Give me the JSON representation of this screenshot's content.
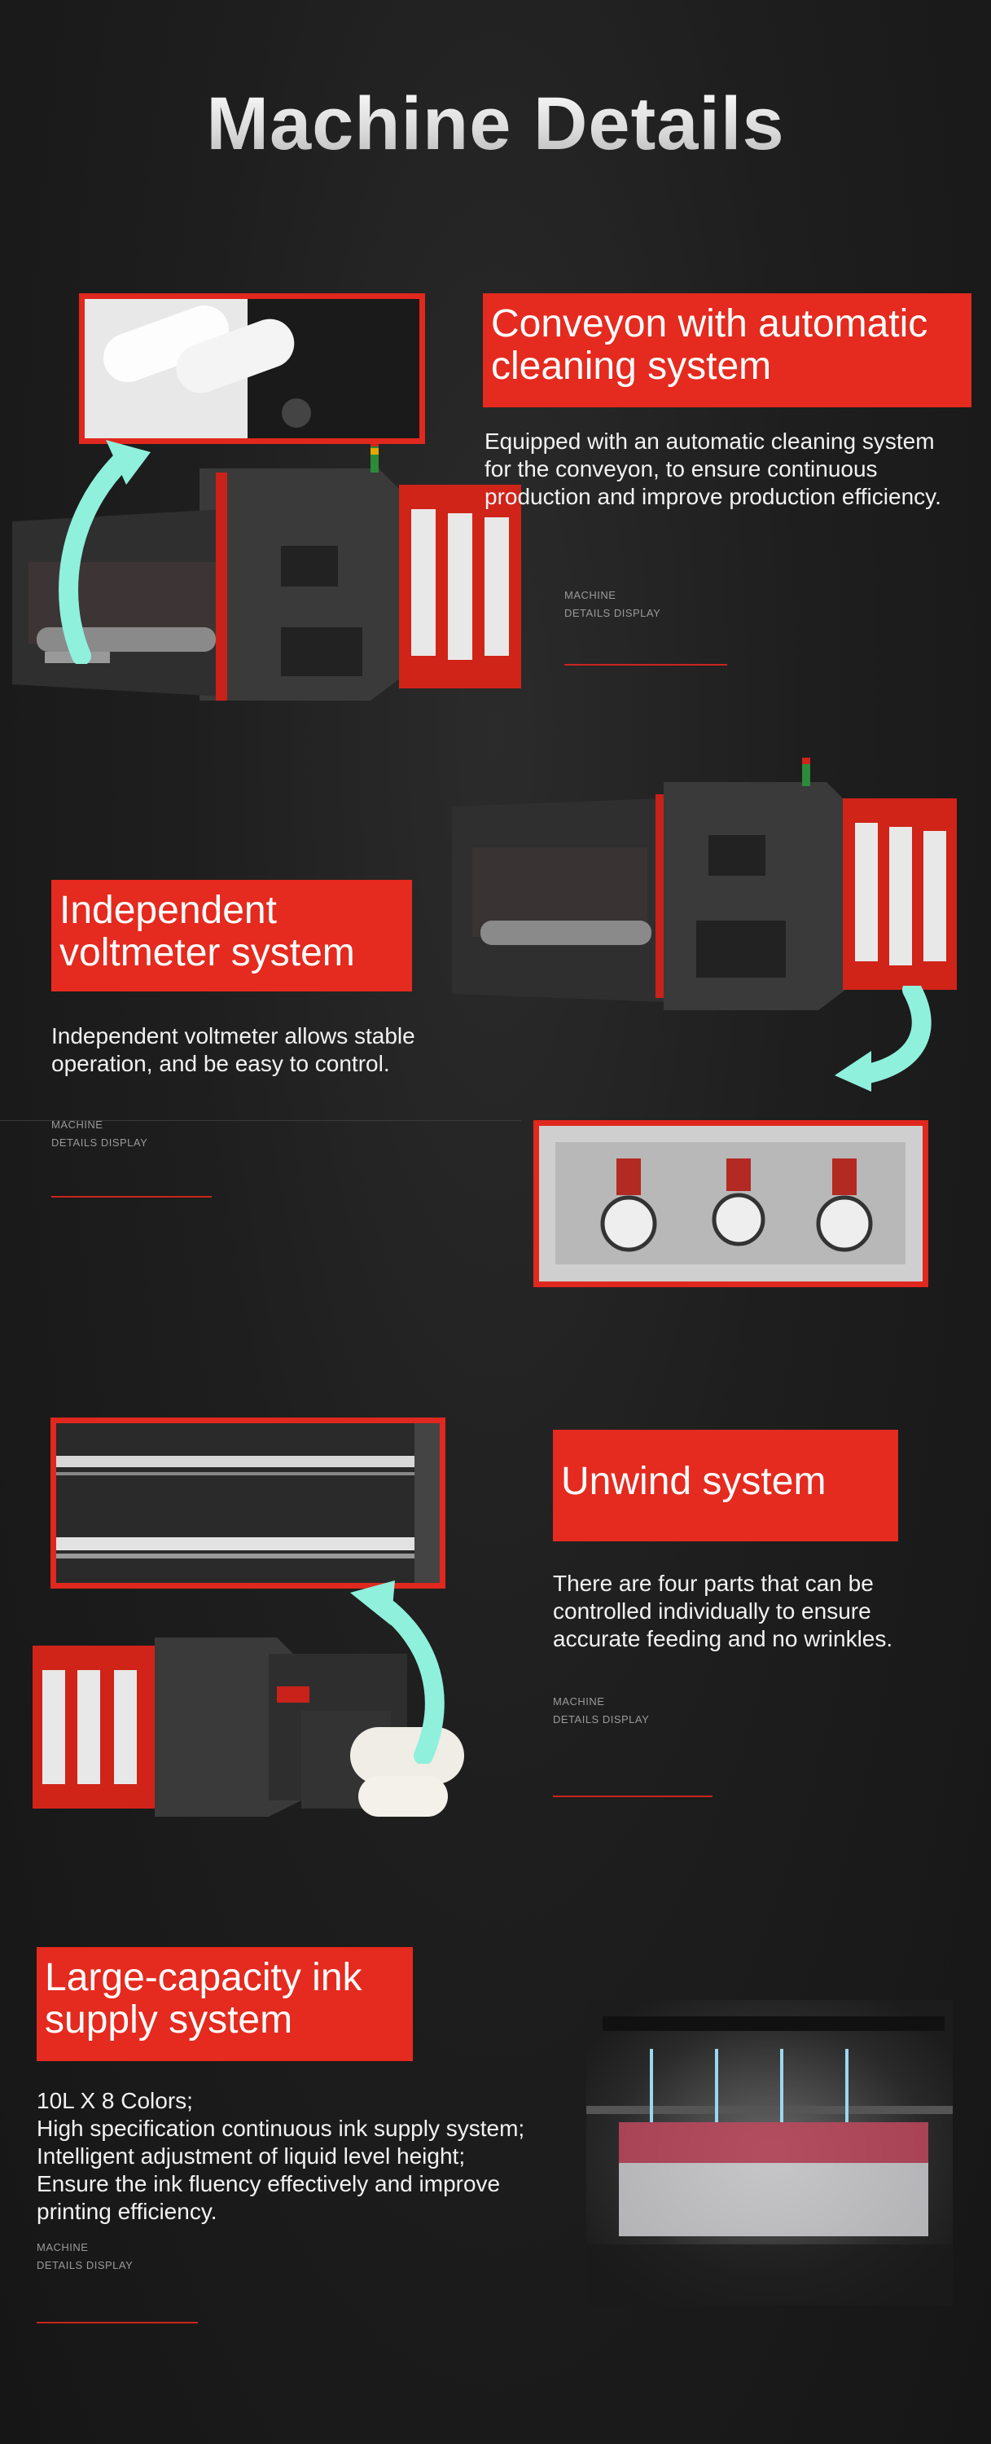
{
  "header": {
    "title": "Machine Details"
  },
  "sections": [
    {
      "title_lines": [
        "Conveyon with automatic",
        "cleaning system"
      ],
      "description": [
        "Equipped with an automatic cleaning system",
        "for the conveyon, to ensure continuous",
        "production and improve production efficiency."
      ],
      "tag_lines": [
        "MACHINE",
        "DETAILS DISPLAY"
      ]
    },
    {
      "title_lines": [
        "Independent",
        "voltmeter system"
      ],
      "description": [
        "Independent voltmeter allows stable",
        "operation, and be easy to control."
      ],
      "tag_lines": [
        "MACHINE",
        "DETAILS DISPLAY"
      ]
    },
    {
      "title_lines": [
        "Unwind system"
      ],
      "description": [
        "There are four parts that can be",
        "controlled individually to ensure",
        "accurate feeding and no wrinkles."
      ],
      "tag_lines": [
        "MACHINE",
        "DETAILS DISPLAY"
      ]
    },
    {
      "title_lines": [
        "Large-capacity ink",
        "supply system"
      ],
      "description": [
        "10L X 8 Colors;",
        "High specification continuous ink supply system;",
        "Intelligent adjustment of liquid level height;",
        "Ensure the ink fluency effectively and improve",
        "printing efficiency."
      ],
      "tag_lines": [
        "MACHINE",
        "DETAILS DISPLAY"
      ]
    }
  ],
  "colors": {
    "accent": "#e52a1f",
    "background": "#1e1e1e",
    "arrow": "#8ff0dc"
  },
  "icons": [
    "curved-arrow-icon"
  ]
}
